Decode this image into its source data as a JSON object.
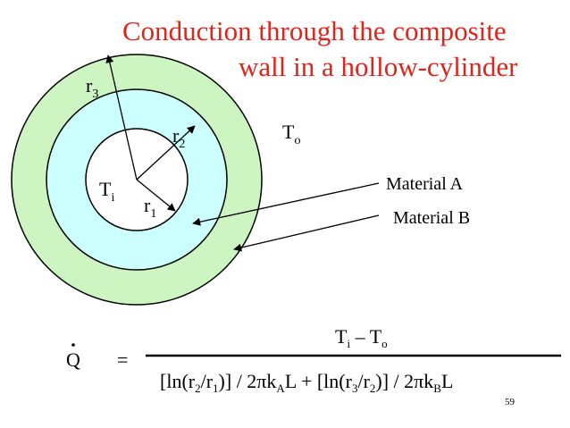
{
  "title": {
    "line1": "Conduction through the composite",
    "line2": "wall in a hollow-cylinder"
  },
  "labels": {
    "r": "r",
    "T": "T",
    "r3_sub": "3",
    "r2_sub": "2",
    "r1_sub": "1",
    "Ti_sub": "i",
    "To_sub": "o",
    "material_a": "Material A",
    "material_b": "Material B"
  },
  "equation": {
    "lhs": "Q",
    "equals": "=",
    "numerator": {
      "t1": "T",
      "t1_sub": "i",
      "minus": " – ",
      "t2": "T",
      "t2_sub": "o"
    },
    "denominator": {
      "p1": "[ln(r",
      "s1": "2",
      "p2": "/r",
      "s2": "1",
      "p3": ")] / 2πk",
      "s3": "A",
      "p4": "L",
      "plus": " + ",
      "p5": "[ln(r",
      "s4": "3",
      "p6": "/r",
      "s5": "2",
      "p7": ")] / 2πk",
      "s6": "B",
      "p8": "L"
    }
  },
  "page_number": "59",
  "colors": {
    "outer_ring": "#cdf5c1",
    "inner_ring": "#ccffff",
    "core": "#ffffff",
    "title": "#e2231a"
  }
}
